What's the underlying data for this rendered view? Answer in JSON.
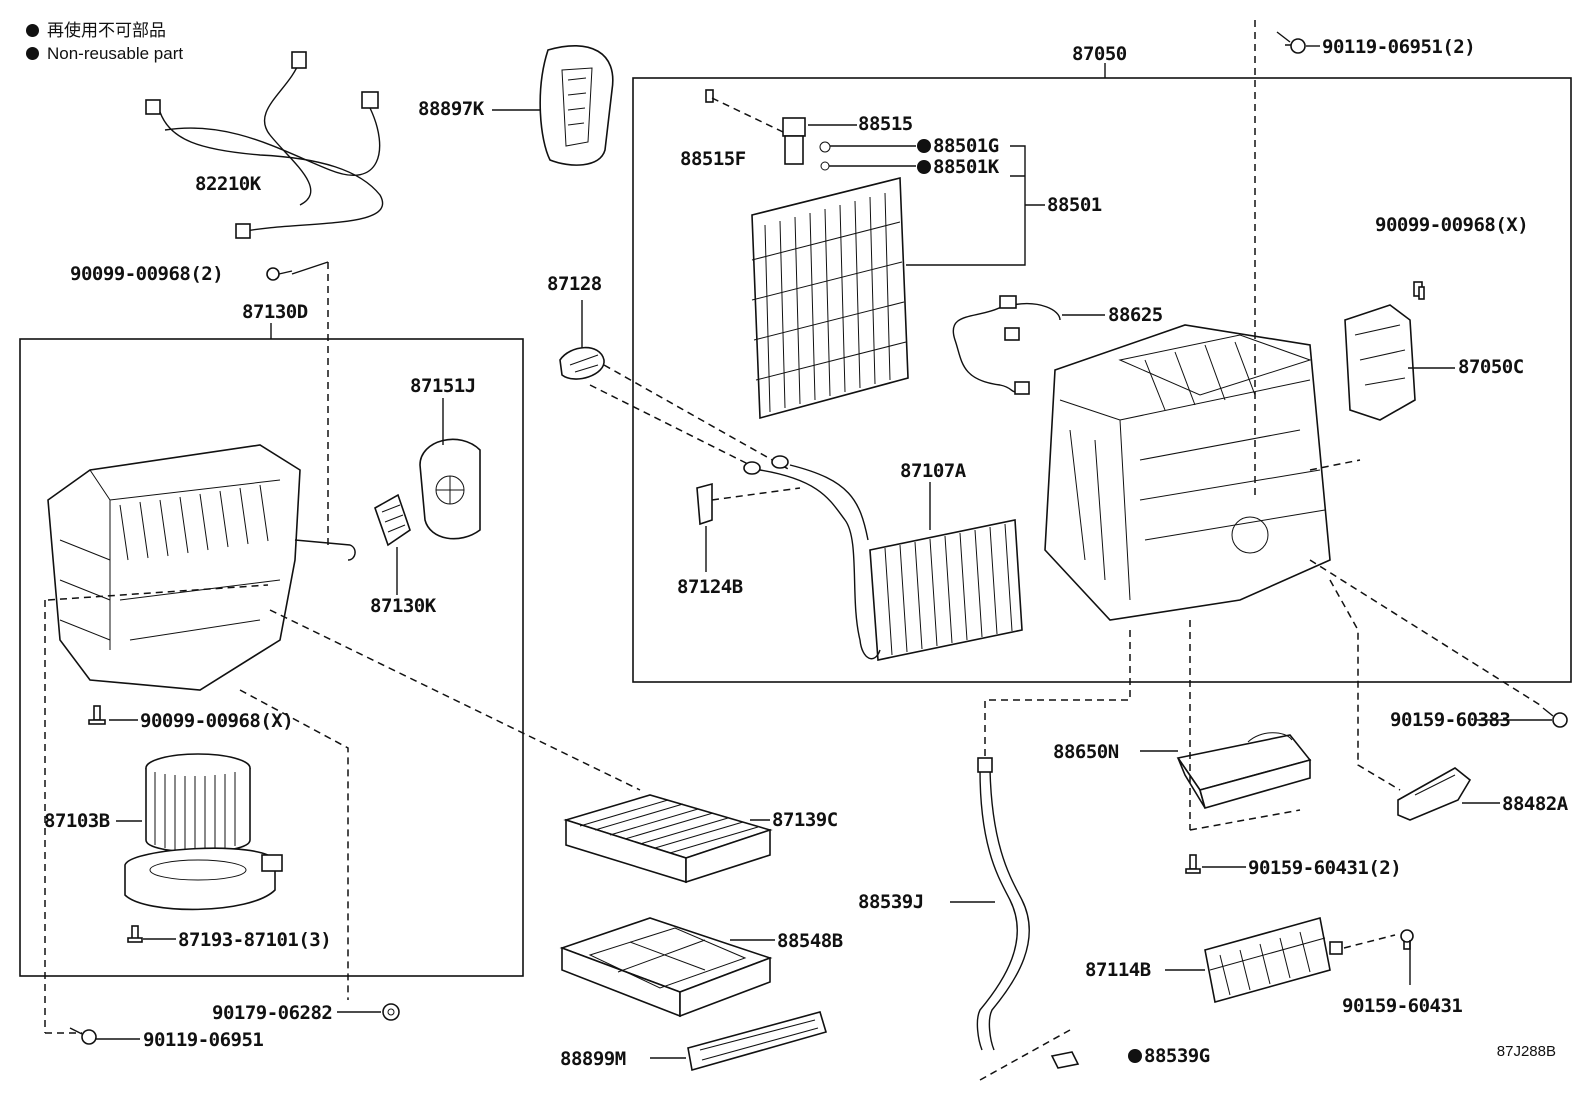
{
  "legend": {
    "line_ja": "再使用不可部品",
    "line_en": "Non-reusable part"
  },
  "reference_code": "87J288B",
  "labels": {
    "l_82210K": "82210K",
    "l_88897K": "88897K",
    "l_87050": "87050",
    "l_90119_06951_2": "90119-06951(2)",
    "l_88515": "88515",
    "l_88515F": "88515F",
    "l_88501G": "88501G",
    "l_88501K": "88501K",
    "l_88501": "88501",
    "l_90099_00968_X_right": "90099-00968(X)",
    "l_88625": "88625",
    "l_87050C": "87050C",
    "l_87128": "87128",
    "l_87107A": "87107A",
    "l_87124B": "87124B",
    "l_90099_00968_2": "90099-00968(2)",
    "l_87130D": "87130D",
    "l_87151J": "87151J",
    "l_87130K": "87130K",
    "l_90099_00968_X_left": "90099-00968(X)",
    "l_87103B": "87103B",
    "l_87193_87101_3": "87193-87101(3)",
    "l_90179_06282": "90179-06282",
    "l_90119_06951": "90119-06951",
    "l_87139C": "87139C",
    "l_88548B": "88548B",
    "l_88899M": "88899M",
    "l_88539J": "88539J",
    "l_88539G": "88539G",
    "l_88650N": "88650N",
    "l_90159_60431_2": "90159-60431(2)",
    "l_87114B": "87114B",
    "l_90159_60431": "90159-60431",
    "l_90159_60383": "90159-60383",
    "l_88482A": "88482A"
  }
}
